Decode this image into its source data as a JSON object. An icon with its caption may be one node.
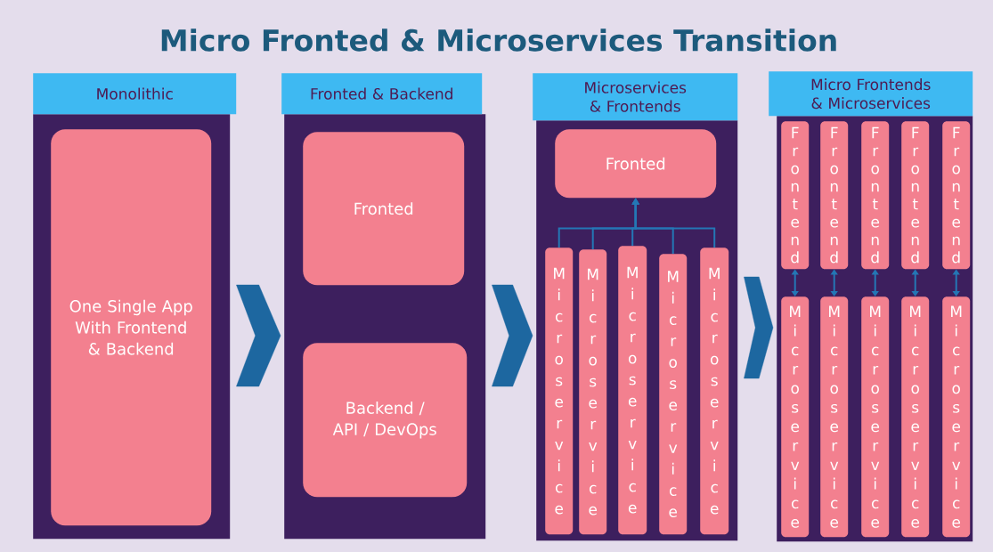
{
  "diagram": {
    "title": "Micro Fronted & Microservices Transition",
    "nodes": [
      {
        "text": [
          "Monolithic"
        ]
      },
      {
        "text": [
          "One Single App With Frontend & Backend"
        ],
        "in": 0
      },
      {
        "text": [
          "Fronted & Backend"
        ]
      },
      {
        "text": [
          "Fronted"
        ],
        "in": 2
      },
      {
        "text": [
          "Backend / API / DevOps"
        ],
        "in": 2
      },
      {
        "text": [
          "Microservices & Frontends"
        ]
      },
      {
        "text": [
          "Fronted"
        ],
        "in": 5
      },
      {
        "text": [
          "Microservice"
        ],
        "in": 5
      },
      {
        "text": [
          "Microservice"
        ],
        "in": 5
      },
      {
        "text": [
          "Microservice"
        ],
        "in": 5
      },
      {
        "text": [
          "Microservice"
        ],
        "in": 5
      },
      {
        "text": [
          "Microservice"
        ],
        "in": 5
      },
      {
        "text": [
          "Micro Frontends & Microservices"
        ]
      },
      {
        "text": [
          "Frontend"
        ],
        "in": 12
      },
      {
        "text": [
          "Frontend"
        ],
        "in": 12
      },
      {
        "text": [
          "Frontend"
        ],
        "in": 12
      },
      {
        "text": [
          "Frontend"
        ],
        "in": 12
      },
      {
        "text": [
          "Frontend"
        ],
        "in": 12
      },
      {
        "text": [
          "Microservice"
        ],
        "in": 12
      },
      {
        "text": [
          "Microservice"
        ],
        "in": 12
      },
      {
        "text": [
          "Microservice"
        ],
        "in": 12
      },
      {
        "text": [
          "Microservice"
        ],
        "in": 12
      },
      {
        "text": [
          "Microservice"
        ],
        "in": 12
      }
    ],
    "edges": [
      {
        "from": 0,
        "to": 2,
        "arrow": "to",
        "style": "thick"
      },
      {
        "from": 2,
        "to": 5,
        "arrow": "to",
        "style": "thick"
      },
      {
        "from": 5,
        "to": 12,
        "arrow": "to",
        "style": "thick"
      },
      {
        "from": 7,
        "to": 6,
        "arrow": "to"
      },
      {
        "from": 8,
        "to": 6,
        "arrow": "to"
      },
      {
        "from": 9,
        "to": 6,
        "arrow": "to"
      },
      {
        "from": 10,
        "to": 6,
        "arrow": "to"
      },
      {
        "from": 11,
        "to": 6,
        "arrow": "to"
      },
      {
        "from": 13,
        "to": 18,
        "arrow": "both"
      },
      {
        "from": 14,
        "to": 19,
        "arrow": "both"
      },
      {
        "from": 15,
        "to": 20,
        "arrow": "both"
      },
      {
        "from": 16,
        "to": 21,
        "arrow": "both"
      },
      {
        "from": 17,
        "to": 22,
        "arrow": "both"
      }
    ]
  }
}
